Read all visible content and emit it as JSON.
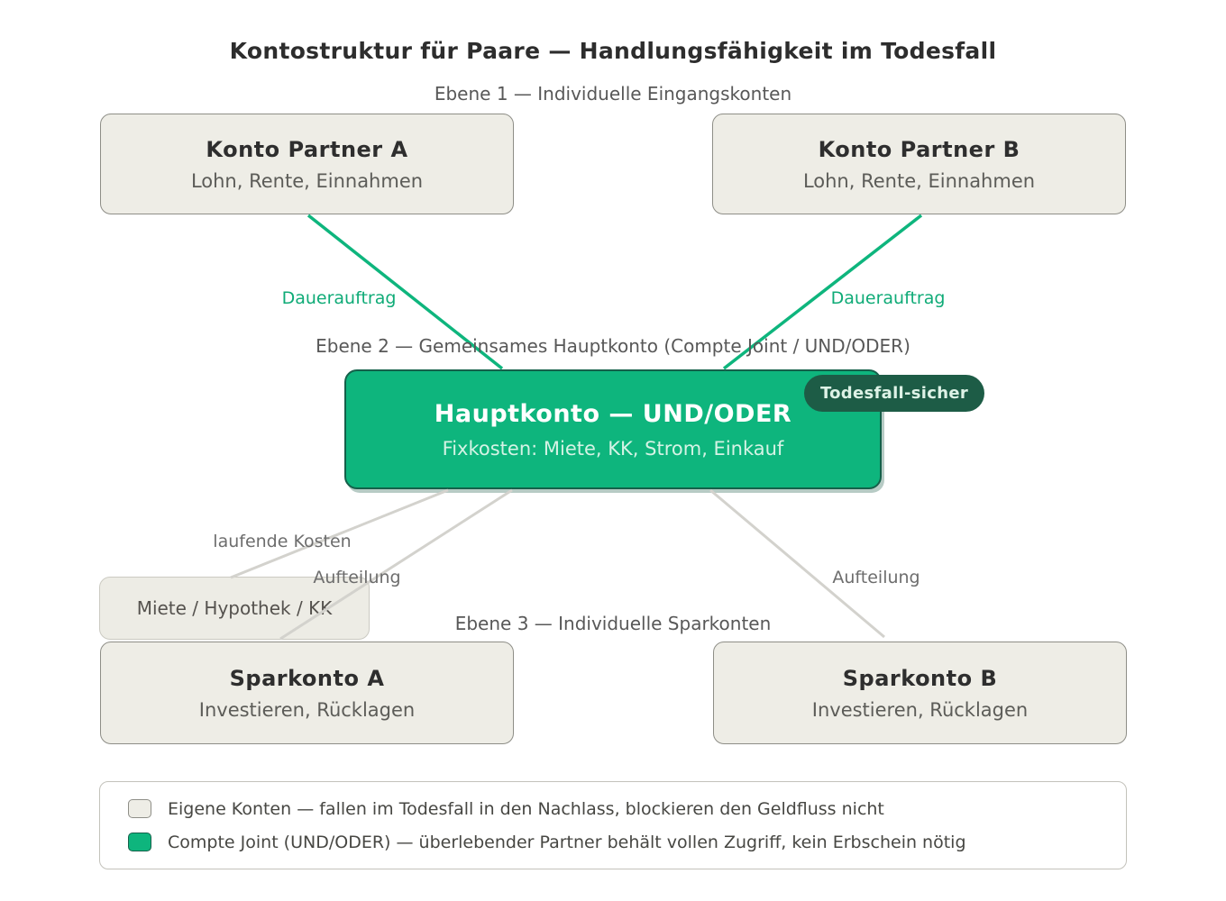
{
  "title": "Kontostruktur für Paare — Handlungsfähigkeit im Todesfall",
  "levels": {
    "level1": "Ebene 1 — Individuelle Eingangskonten",
    "level2": "Ebene 2 — Gemeinsames Hauptkonto (Compte Joint / UND/ODER)",
    "level3": "Ebene 3 — Individuelle Sparkonten"
  },
  "boxes": {
    "partner_a": {
      "title": "Konto Partner A",
      "subtitle": "Lohn, Rente, Einnahmen"
    },
    "partner_b": {
      "title": "Konto Partner B",
      "subtitle": "Lohn, Rente, Einnahmen"
    },
    "hauptkonto": {
      "title": "Hauptkonto — UND/ODER",
      "subtitle": "Fixkosten: Miete, KK, Strom, Einkauf",
      "badge": "Todesfall-sicher"
    },
    "miete": {
      "label": "Miete / Hypothek / KK"
    },
    "sparkonto_a": {
      "title": "Sparkonto A",
      "subtitle": "Investieren, Rücklagen"
    },
    "sparkonto_b": {
      "title": "Sparkonto B",
      "subtitle": "Investieren, Rücklagen"
    }
  },
  "edges": {
    "dauerauftrag_left": "Dauerauftrag",
    "dauerauftrag_right": "Dauerauftrag",
    "laufende_kosten": "laufende Kosten",
    "aufteilung_left": "Aufteilung",
    "aufteilung_right": "Aufteilung"
  },
  "legend": {
    "items": [
      {
        "swatch": "own-account-swatch",
        "color": "#eeede6",
        "label": "Eigene Konten — fallen im Todesfall in den Nachlass, blockieren den Geldfluss nicht"
      },
      {
        "swatch": "joint-account-swatch",
        "color": "#0eb57d",
        "label": "Compte Joint (UND/ODER) — überlebender Partner behält vollen Zugriff, kein Erbschein nötig"
      }
    ]
  },
  "colors": {
    "accent_green": "#0eb57d",
    "dark_green": "#15604a",
    "badge_green": "#1d5c46",
    "box_fill": "#eeede6",
    "box_border": "#8e8e87",
    "gray_line": "#d3d2cd",
    "text_dark": "#2d2d2d",
    "text_gray": "#585858"
  }
}
